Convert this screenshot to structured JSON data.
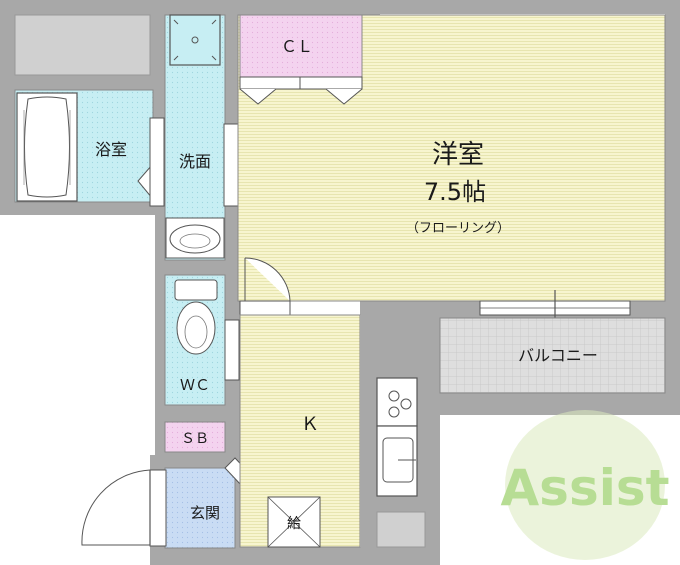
{
  "rooms": {
    "western": {
      "name": "洋室",
      "size": "7.5帖",
      "floor": "（フローリング）"
    },
    "closet": "ＣＬ",
    "bath": "浴室",
    "washroom": "洗面",
    "toilet": "ＷＣ",
    "shoebox": "ＳＢ",
    "entrance": "玄関",
    "kitchen": "Ｋ",
    "water_heater": "給",
    "balcony": "バルコニー"
  },
  "logo": {
    "text": "Assist"
  },
  "colors": {
    "western": "#f7f5cf",
    "bath": "#c7eef3",
    "closet": "#f4d3ef",
    "entrance": "#c9dcf4",
    "balcony": "#dedede",
    "wall": "#a8a8a8",
    "logo": "#7ec23e"
  }
}
